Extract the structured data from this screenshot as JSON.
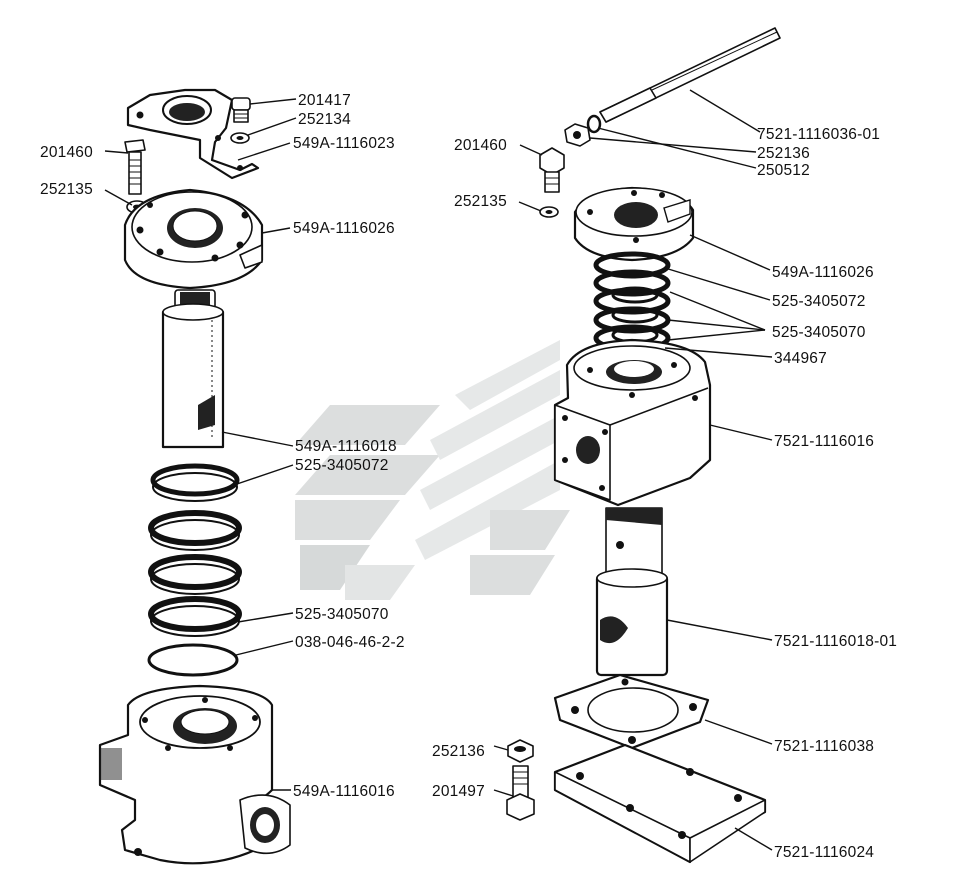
{
  "diagram": {
    "left_assembly": {
      "labels": {
        "bolt_top_right": "201417",
        "washer_top": "252134",
        "bracket": "549A-1116023",
        "bolt_left": "201460",
        "washer_left": "252135",
        "cover": "549A-1116026",
        "piston": "549A-1116018",
        "spring_outer": "525-3405072",
        "spring_inner": "525-3405070",
        "oring": "038-046-46-2-2",
        "housing": "549A-1116016"
      }
    },
    "right_assembly": {
      "labels": {
        "rod": "7521-1116036-01",
        "nut": "252136",
        "washer_rod": "250512",
        "bolt_left": "201460",
        "washer_left": "252135",
        "cover": "549A-1116026",
        "spring_outer": "525-3405072",
        "spring_inner": "525-3405070",
        "ring": "344967",
        "housing": "7521-1116016",
        "piston": "7521-1116018-01",
        "gasket": "7521-1116038",
        "nut_bottom": "252136",
        "bolt_bottom": "201497",
        "plate": "7521-1116024"
      }
    },
    "colors": {
      "ink": "#111111",
      "paper": "#ffffff",
      "watermark": "#d9dcdc"
    }
  }
}
